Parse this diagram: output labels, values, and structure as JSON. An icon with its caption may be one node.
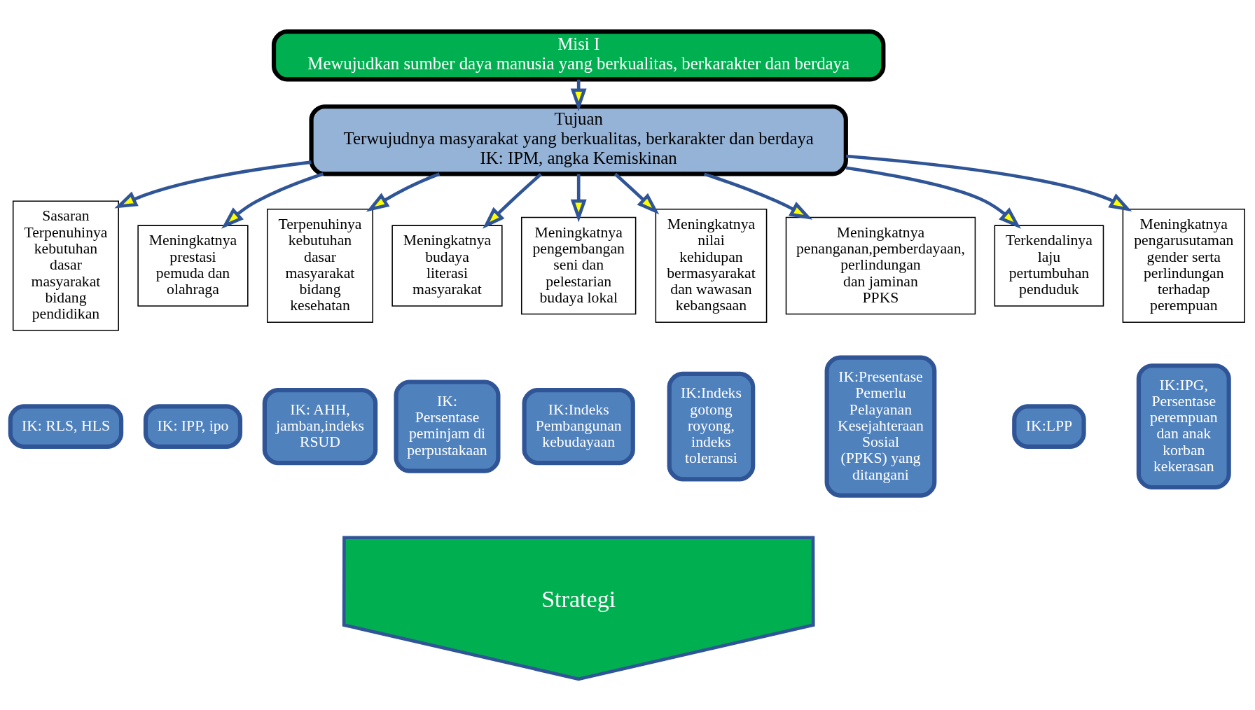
{
  "diagram": {
    "nodes": [
      {
        "text": [
          "Misi I",
          "Mewujudkan sumber daya manusia yang berkualitas, berkarakter dan berdaya"
        ]
      },
      {
        "text": [
          "Tujuan",
          "Terwujudnya masyarakat yang berkualitas, berkarakter dan berdaya",
          "IK: IPM, angka Kemiskinan"
        ]
      },
      {
        "text": [
          "Sasaran Terpenuhinya kebutuhan dasar masyarakat bidang pendidikan"
        ]
      },
      {
        "text": [
          "Meningkatnya prestasi pemuda dan olahraga"
        ]
      },
      {
        "text": [
          "Terpenuhinya kebutuhan dasar masyarakat bidang kesehatan"
        ]
      },
      {
        "text": [
          "Meningkatnya budaya literasi masyarakat"
        ]
      },
      {
        "text": [
          "Meningkatnya pengembangan seni dan pelestarian budaya lokal"
        ]
      },
      {
        "text": [
          "Meningkatnya nilai kehidupan bermasyarakat dan wawasan kebangsaan"
        ]
      },
      {
        "text": [
          "Meningkatnya penanganan,pemberdayaan, perlindungan dan jaminan PPKS"
        ]
      },
      {
        "text": [
          "Terkendalinya laju pertumbuhan penduduk"
        ]
      },
      {
        "text": [
          "Meningkatnya pengarusutaman gender serta perlindungan terhadap perempuan"
        ]
      },
      {
        "text": [
          "IK: RLS, HLS"
        ]
      },
      {
        "text": [
          "IK: IPP, ipo"
        ]
      },
      {
        "text": [
          "IK: AHH, jamban,indeks RSUD"
        ]
      },
      {
        "text": [
          "IK: Persentase peminjam di perpustakaan"
        ]
      },
      {
        "text": [
          "IK:Indeks Pembangunan kebudayaan"
        ]
      },
      {
        "text": [
          "IK:Indeks gotong royong, indeks toleransi"
        ]
      },
      {
        "text": [
          "IK:Presentase Pemerlu Pelayanan Kesejahteraan Sosial (PPKS) yang ditangani"
        ]
      },
      {
        "text": [
          "IK:LPP"
        ]
      },
      {
        "text": [
          "IK:IPG, Persentase perempuan dan anak korban kekerasan"
        ]
      },
      {
        "text": [
          "Strategi"
        ]
      }
    ],
    "edges": [
      {
        "from": 0,
        "to": 1,
        "arrow": "to"
      },
      {
        "from": 1,
        "to": 2,
        "arrow": "to"
      },
      {
        "from": 1,
        "to": 3,
        "arrow": "to"
      },
      {
        "from": 1,
        "to": 4,
        "arrow": "to"
      },
      {
        "from": 1,
        "to": 5,
        "arrow": "to"
      },
      {
        "from": 1,
        "to": 6,
        "arrow": "to"
      },
      {
        "from": 1,
        "to": 7,
        "arrow": "to"
      },
      {
        "from": 1,
        "to": 8,
        "arrow": "to"
      },
      {
        "from": 1,
        "to": 9,
        "arrow": "to"
      },
      {
        "from": 1,
        "to": 10,
        "arrow": "to"
      }
    ]
  }
}
